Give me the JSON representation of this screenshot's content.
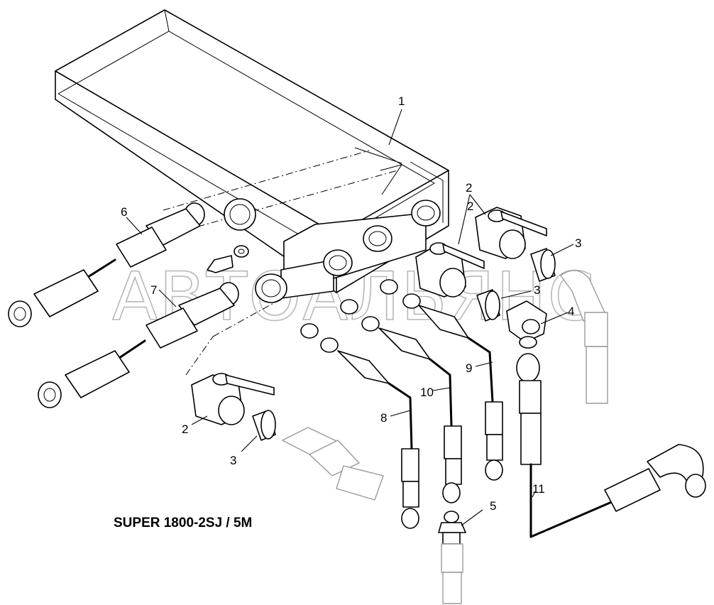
{
  "caption": "SUPER 1800-2SJ / 5M",
  "watermark": "АВТОАЛЬЯНС",
  "callouts": [
    "1",
    "2",
    "2",
    "2",
    "3",
    "3",
    "3",
    "4",
    "5",
    "6",
    "7",
    "8",
    "9",
    "10",
    "11"
  ]
}
